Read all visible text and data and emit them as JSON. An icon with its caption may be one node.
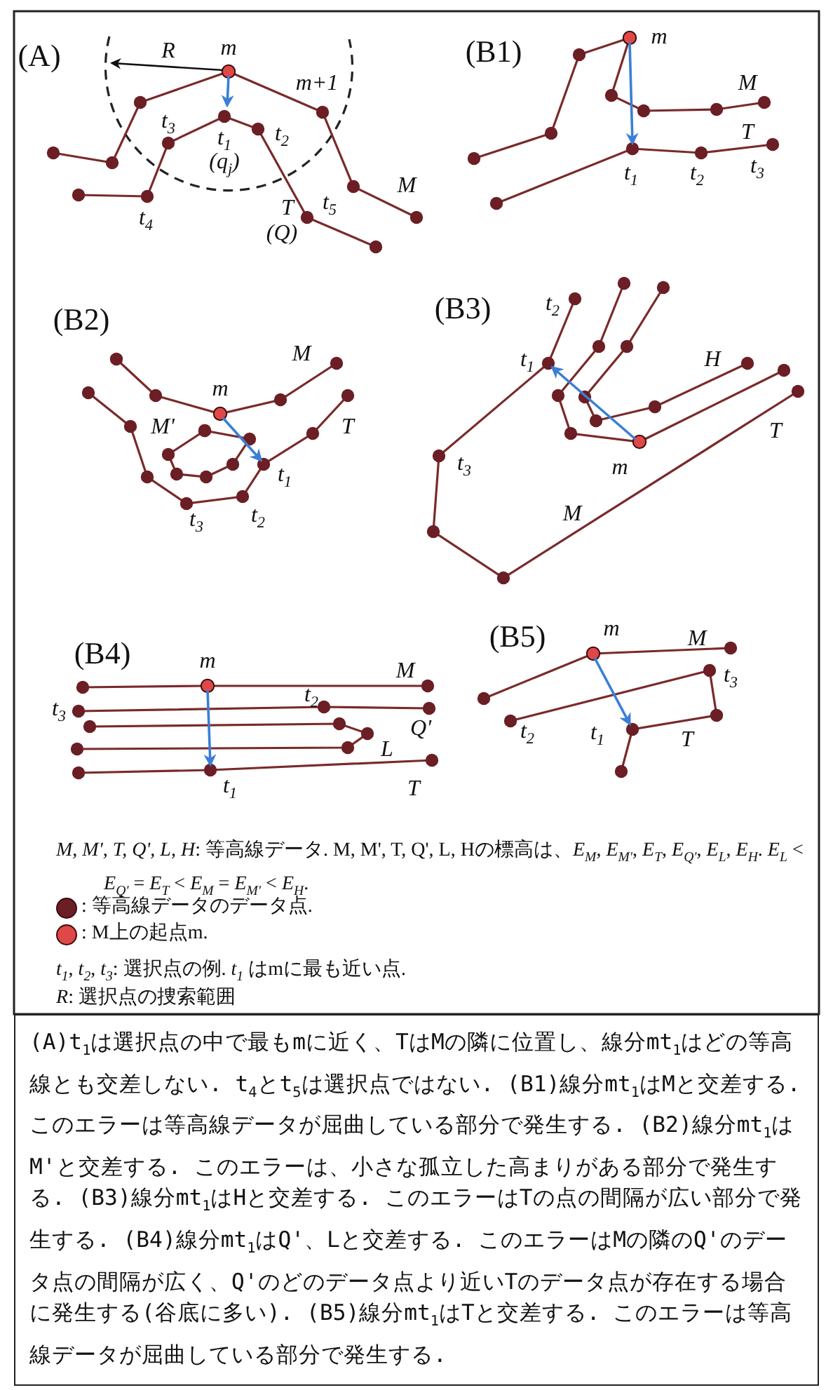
{
  "diagram": {
    "nodes": [
      {
        "text": [
          "(A)t$_{1}$は選択点の中で最もmに近く、TはMの隣に位置し、線分mt$_{1}$はどの等高線とも交差しない. t$_{4}$とt$_{5}$は選択点ではない. (B1)線分mt$_{1}$はMと交差する. このエラーは等高線データが屈曲している部分で発生する. (B2)線分mt$_{1}$はM'と交差する. このエラーは、小さな孤立した高まりがある部分で発生する. (B3)線分mt$_{1}$はHと交差する. このエラーはTの点の間隔が広い部分で発生する. (B4)線分mt$_{1}$はQ'、Lと交差する. このエラーはMの隣のQ'のデータ点の間隔が広く、Q'のどのデータ点より近いTのデータ点が存在する場合に発生する(谷底に多い). (B5)線分mt$_{1}$はTと交差する. このエラーは等高線データが屈曲している部分で発生する."
        ]
      }
    ],
    "labels": [
      "(A)",
      "R",
      "m",
      "m+1",
      "t$_{3}$",
      "t$_{1}$",
      "t$_{2}$",
      "(q$_{j}$)",
      "M",
      "t$_{4}$",
      "T",
      "t$_{5}$",
      "(Q)",
      "(B1)",
      "m",
      "M",
      "T",
      "t$_{1}$",
      "t$_{2}$",
      "t$_{3}$",
      "(B2)",
      "M",
      "m",
      "M'",
      "T",
      "t$_{1}$",
      "t$_{3}$",
      "t$_{2}$",
      "(B3)",
      "t$_{2}$",
      "t$_{1}$",
      "H",
      "T",
      "t$_{3}$",
      "m",
      "M",
      "(B4)",
      "m",
      "M",
      "t$_{3}$",
      "t$_{2}$",
      "Q'",
      "L",
      "t$_{1}$",
      "T",
      "(B5)",
      "m",
      "M",
      "t$_{3}$",
      "t$_{2}$",
      "t$_{1}$",
      "T",
      "*M, M', T, Q', L, H*: 等高線データ.  M, M', T, Q', L, Hの標高は、*E*$_{M}$, *E*$_{M'}$, *E*$_{T}$, *E*$_{Q'}$, *E*$_{L}$, *E*$_{H}$.  *E*$_{L}$ < *E*$_{Q'}$ = *E*$_{T}$ < *E*$_{M}$ = *E*$_{M'}$ < *E*$_{H}$.",
      "*t*$_{1}$, *t*$_{2}$, *t*$_{3}$: 選択点の例.  *t*$_{1}$ はmに最も近い点.",
      "*R*: 選択点の捜索範囲"
    ],
    "legend": [
      {
        "text": ": 等高線データのデータ点.",
        "color": "#6b1e24"
      },
      {
        "text": ": M上の起点m.",
        "color": "#e04848"
      }
    ]
  }
}
